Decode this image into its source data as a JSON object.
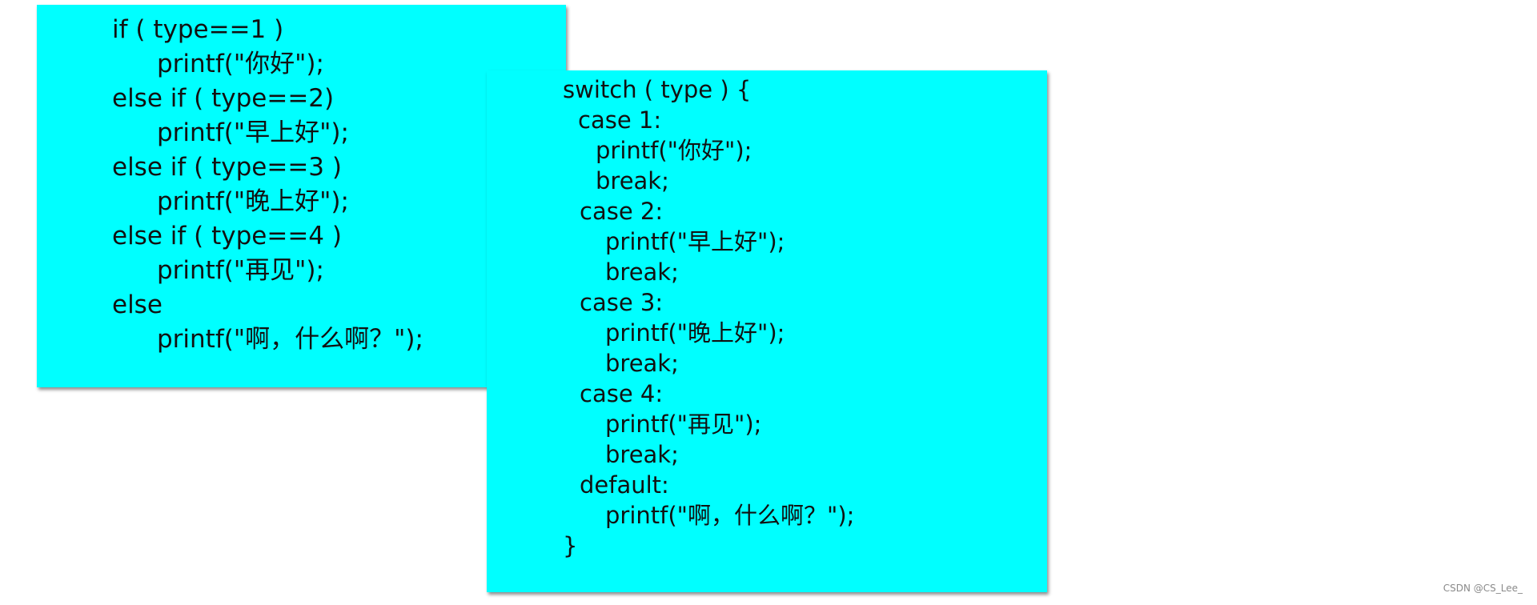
{
  "if_panel": {
    "lines": [
      "if ( type==1 )",
      "printf(\"你好\");",
      "else if ( type==2)",
      "printf(\"早上好\");",
      "else if ( type==3 )",
      "printf(\"晚上好\");",
      "else if ( type==4 )",
      "printf(\"再见\");",
      "else",
      "printf(\"啊，什么啊？\");"
    ]
  },
  "switch_panel": {
    "lines": [
      "switch ( type ) {",
      "case 1:",
      "printf(\"你好\");",
      "break;",
      "case 2:",
      "printf(\"早上好\");",
      "break;",
      "case 3:",
      "printf(\"晚上好\");",
      "break;",
      "case 4:",
      "printf(\"再见\");",
      "break;",
      "default:",
      "printf(\"啊，什么啊？\");",
      "}"
    ]
  },
  "watermark": "CSDN @CS_Lee_",
  "colors": {
    "panel_background": "#00ffff",
    "text": "#111111"
  }
}
